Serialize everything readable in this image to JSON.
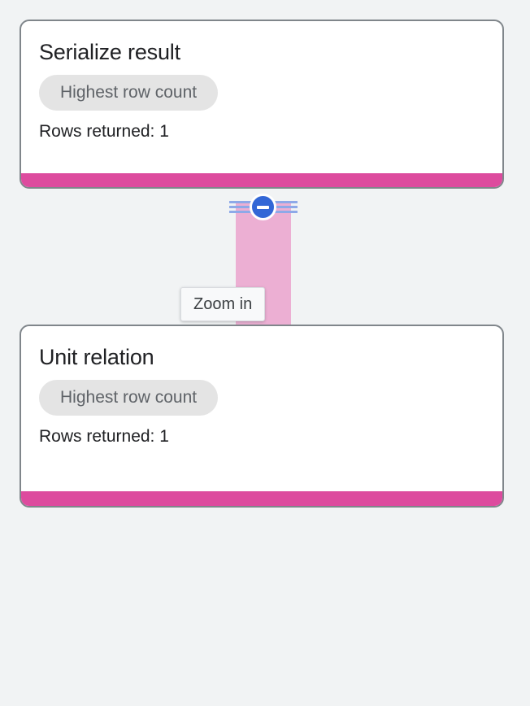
{
  "page": {
    "background_color": "#f1f3f4"
  },
  "graph": {
    "connector": {
      "color": "#ecafd3",
      "handle_line_color": "#8ea9e8"
    },
    "collapse_button": {
      "icon": "minus-circle-icon",
      "label": "Collapse",
      "color": "#3367d6"
    },
    "tooltip": {
      "text": "Zoom in"
    },
    "nodes": [
      {
        "title": "Serialize result",
        "chip": "Highest row count",
        "meta": "Rows returned: 1",
        "accent_color": "#dd4b9e"
      },
      {
        "title": "Unit relation",
        "chip": "Highest row count",
        "meta": "Rows returned: 1",
        "accent_color": "#dd4b9e"
      }
    ]
  }
}
